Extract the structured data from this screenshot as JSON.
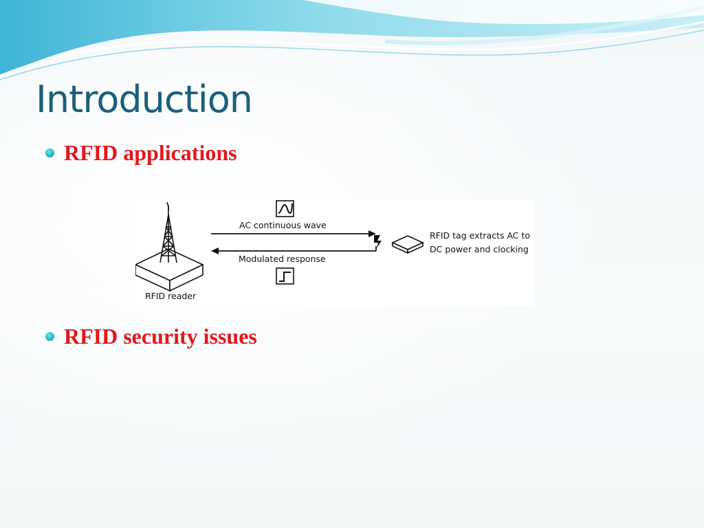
{
  "slide": {
    "title": "Introduction",
    "bullets": [
      {
        "text": "RFID applications"
      },
      {
        "text": "RFID security issues"
      }
    ]
  },
  "diagram": {
    "reader_label": "RFID reader",
    "forward_label": "AC continuous wave",
    "response_label": "Modulated response",
    "tag_label_line1": "RFID tag extracts AC to",
    "tag_label_line2": "DC power and clocking"
  },
  "colors": {
    "title": "#1c5f7c",
    "bullet_text": "#e2181d",
    "bullet_dot": "#1fb4c4",
    "wave_accent": "#5cc7e0"
  }
}
